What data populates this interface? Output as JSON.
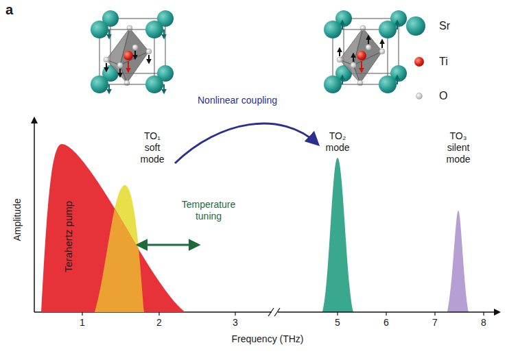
{
  "diagram": {
    "nodes": [
      {
        "text": [
          "Terahertz pump"
        ]
      }
    ],
    "labels": [
      "a",
      "TO₁ soft mode",
      "Nonlinear coupling",
      "TO₂ mode",
      "TO₃ silent mode",
      "Temperature tuning",
      "Amplitude",
      "Frequency (THz)",
      "1",
      "2",
      "3",
      "5",
      "6",
      "7",
      "8"
    ],
    "legend": [
      {
        "text": "Sr"
      },
      {
        "text": "Ti"
      },
      {
        "text": "O"
      }
    ]
  }
}
